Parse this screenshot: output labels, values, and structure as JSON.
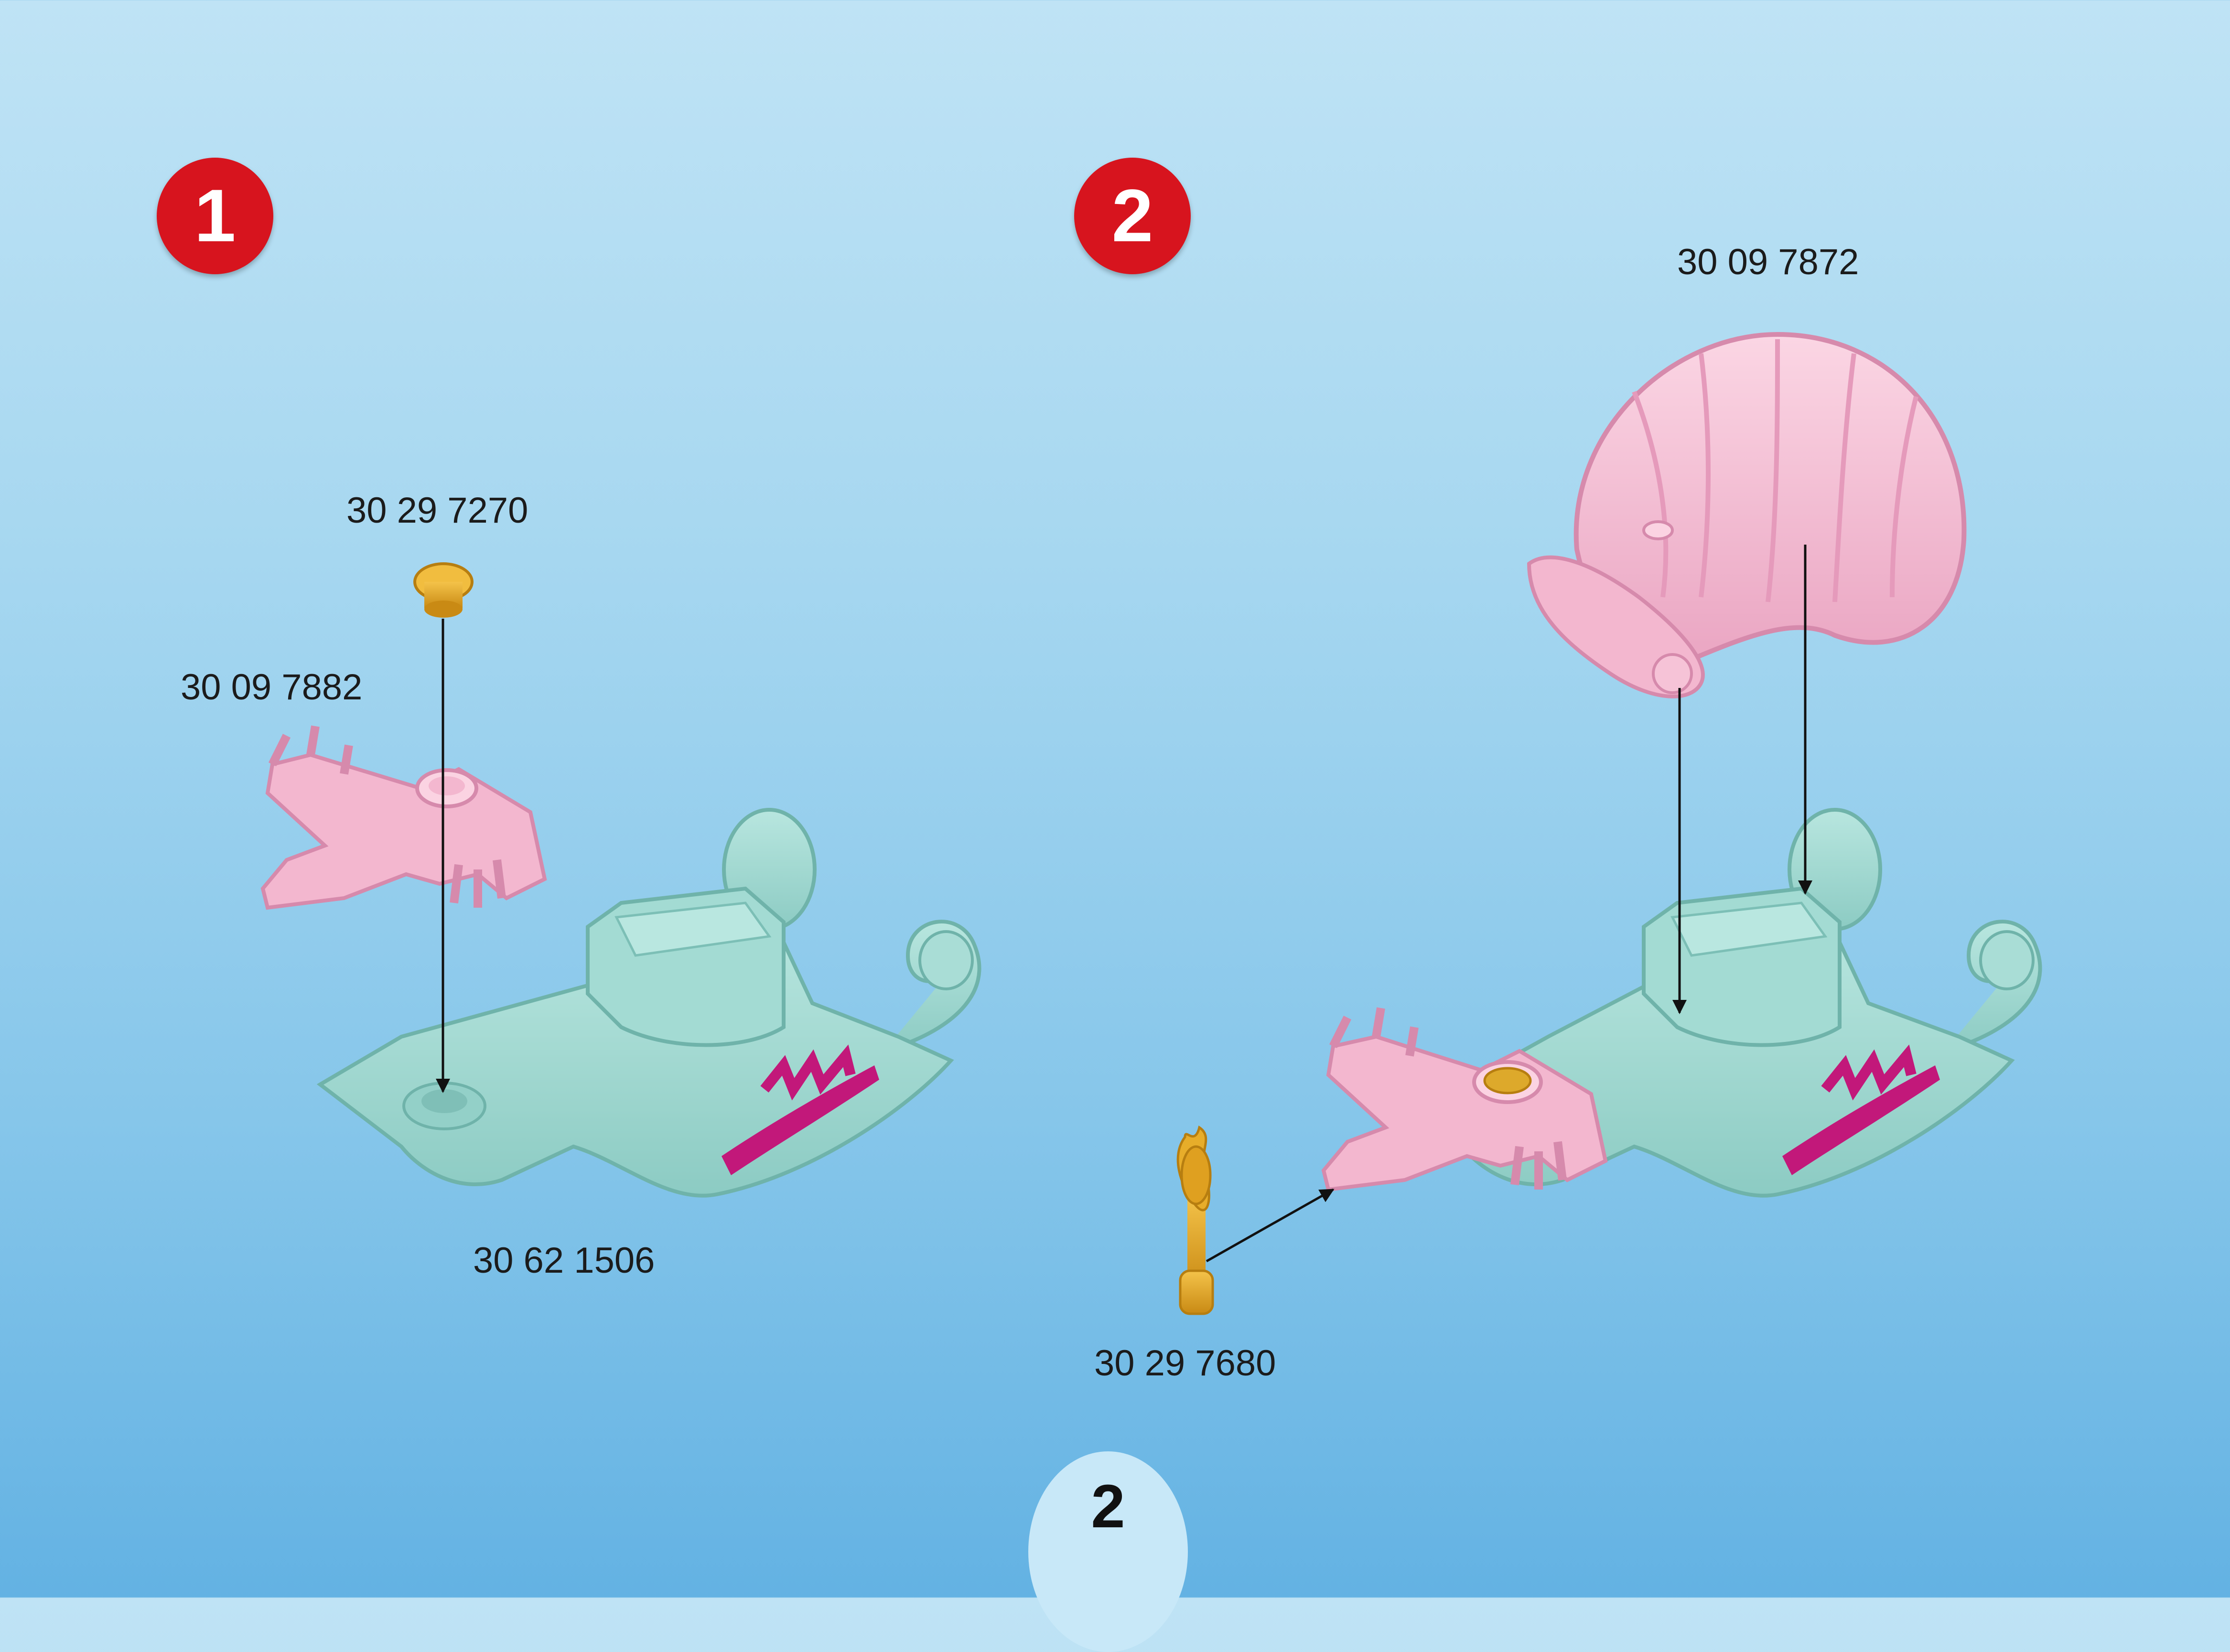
{
  "steps": [
    {
      "number": "1"
    },
    {
      "number": "2"
    }
  ],
  "parts": {
    "step1_cap": "30 29 7270",
    "step1_wing": "30 09 7882",
    "step1_base": "30 62 1506",
    "step2_shell": "30 09 7872",
    "step2_seahorse": "30 29 7680"
  },
  "page_number": "2",
  "colors": {
    "step_badge": "#d7141e",
    "part_pink": "#f3b7cf",
    "part_aqua": "#a3dbd3",
    "part_gold": "#e1a520",
    "accent_magenta": "#c2187a"
  }
}
